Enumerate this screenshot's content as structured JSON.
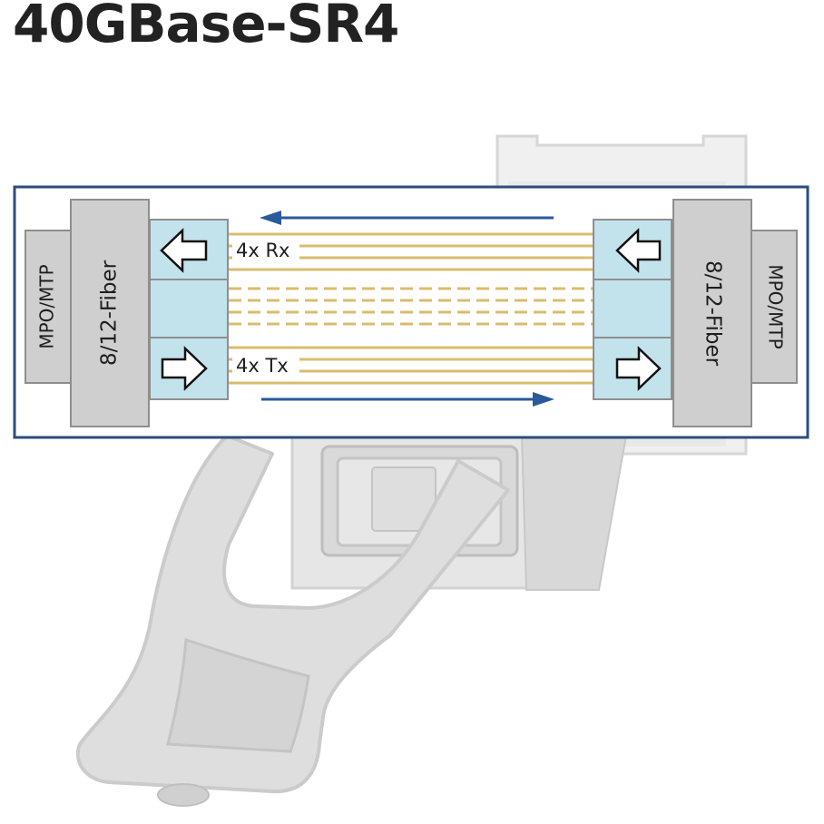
{
  "title": "40GBase-SR4",
  "left_side": {
    "connector_label": "MPO/MTP",
    "fiber_label": "8/12-Fiber"
  },
  "right_side": {
    "connector_label": "MPO/MTP",
    "fiber_label": "8/12-Fiber"
  },
  "lanes": {
    "rx_label": "4x Rx",
    "tx_label": "4x Tx",
    "rx_count": 4,
    "unused_count": 4,
    "tx_count": 4
  },
  "colors": {
    "frame_border": "#2c4d7d",
    "arrow": "#2a5a9a",
    "fiber": "#d9bc6c",
    "port_fill": "#c2e2ec",
    "block_fill": "#cfcfcf",
    "block_border": "#8e8e8e"
  }
}
